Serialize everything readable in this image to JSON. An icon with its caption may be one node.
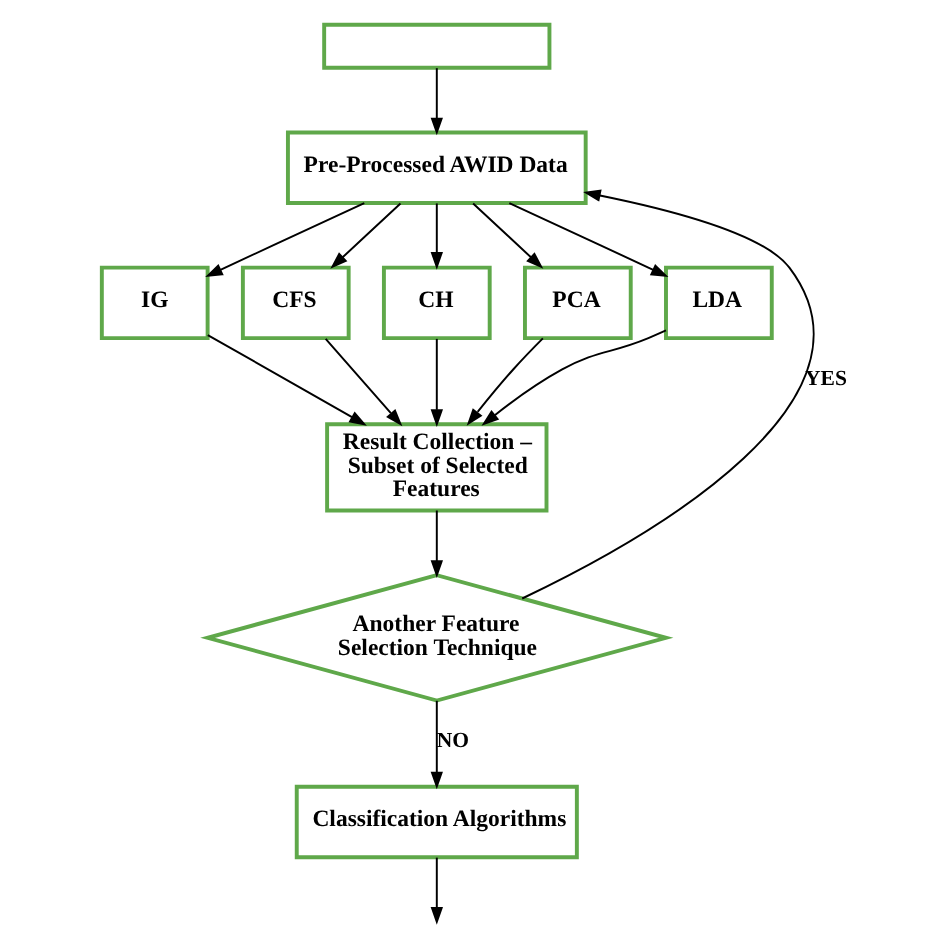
{
  "diagram": {
    "nodes": [
      {
        "text": [],
        "shape": "box"
      },
      {
        "text": [
          "Pre-Processed AWID Data"
        ]
      },
      {
        "text": [
          "IG"
        ]
      },
      {
        "text": [
          "CFS"
        ]
      },
      {
        "text": [
          "CH"
        ]
      },
      {
        "text": [
          "PCA"
        ]
      },
      {
        "text": [
          "LDA"
        ]
      },
      {
        "text": [
          "Result Collection – Subset of Selected Features"
        ]
      },
      {
        "text": [
          "Another Feature Selection Technique"
        ]
      },
      {
        "text": [
          "Classification Algorithms"
        ]
      }
    ],
    "edges": [
      {
        "from": 0,
        "to": 1,
        "arrow": "to"
      },
      {
        "from": 1,
        "to": 2,
        "arrow": "to"
      },
      {
        "from": 1,
        "to": 3,
        "arrow": "to"
      },
      {
        "from": 1,
        "to": 4,
        "arrow": "to"
      },
      {
        "from": 1,
        "to": 5,
        "arrow": "to"
      },
      {
        "from": 1,
        "to": 6,
        "arrow": "to"
      },
      {
        "from": 2,
        "to": 7,
        "arrow": "to"
      },
      {
        "from": 3,
        "to": 7,
        "arrow": "to"
      },
      {
        "from": 4,
        "to": 7,
        "arrow": "to"
      },
      {
        "from": 5,
        "to": 7,
        "arrow": "to"
      },
      {
        "from": 6,
        "to": 7,
        "arrow": "to"
      },
      {
        "from": 7,
        "to": 8,
        "arrow": "to"
      },
      {
        "from": 8,
        "to": 1,
        "arrow": "to",
        "label": "YES"
      },
      {
        "from": 8,
        "to": 9,
        "arrow": "to",
        "label": "NO"
      },
      {
        "from": 9,
        "to": null,
        "arrow": "to"
      }
    ]
  }
}
